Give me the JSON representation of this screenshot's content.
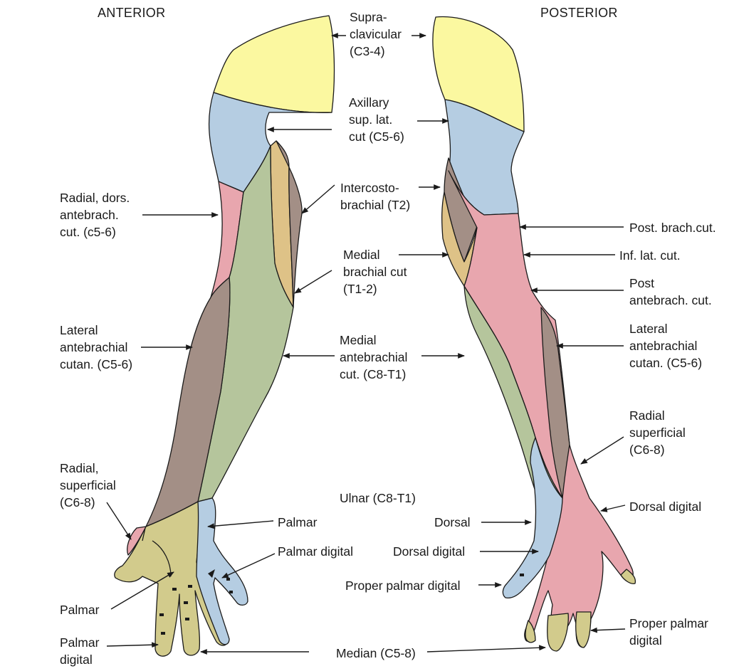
{
  "titles": {
    "anterior": "ANTERIOR",
    "posterior": "POSTERIOR"
  },
  "colors": {
    "supraclavicular": "#fbf8a0",
    "axillary": "#b5cde2",
    "radial_dors": "#e8a6ae",
    "lateral": "#a38f86",
    "medial_antebrachial": "#b5c59c",
    "intercostobrachial": "#dec287",
    "median": "#d2cb8c",
    "ulnar": "#b5cde2",
    "posterior_pink": "#e8a6ae",
    "outline": "#1a1a1a"
  },
  "labels": {
    "supraclavicular": "Supra-\nclavicular\n(C3-4)",
    "axillary": "Axillary\nsup. lat.\ncut (C5-6)",
    "intercostobrachial": "Intercosto-\nbrachial (T2)",
    "medial_brachial": "Medial\nbrachial cut\n(T1-2)",
    "medial_antebrachial": "Medial\nantebrachial\ncut. (C8-T1)",
    "radial_dors": "Radial, dors.\nantebrach.\ncut. (c5-6)",
    "lateral_antebrachial_left": "Lateral\nantebrachial\ncutan. (C5-6)",
    "radial_superficial_left": "Radial,\nsuperficial\n(C6-8)",
    "ulnar": "Ulnar (C8-T1)",
    "palmar_ulnar": "Palmar",
    "palmar_digital_ulnar": "Palmar digital",
    "palmar_left": "Palmar",
    "palmar_digital_left": "Palmar\ndigital",
    "median": "Median (C5-8)",
    "post_brach_cut": "Post. brach.cut.",
    "inf_lat_cut": "Inf. lat. cut.",
    "post_antebrach_cut": "Post\nantebrach. cut.",
    "lateral_antebrachial_right": "Lateral\nantebrachial\ncutan. (C5-6)",
    "radial_superficial_right": "Radial\nsuperficial\n(C6-8)",
    "dorsal_digital_right": "Dorsal digital",
    "dorsal": "Dorsal",
    "dorsal_digital_center": "Dorsal digital",
    "proper_palmar_digital_center": "Proper palmar digital",
    "proper_palmar_digital_right": "Proper palmar\ndigital"
  }
}
